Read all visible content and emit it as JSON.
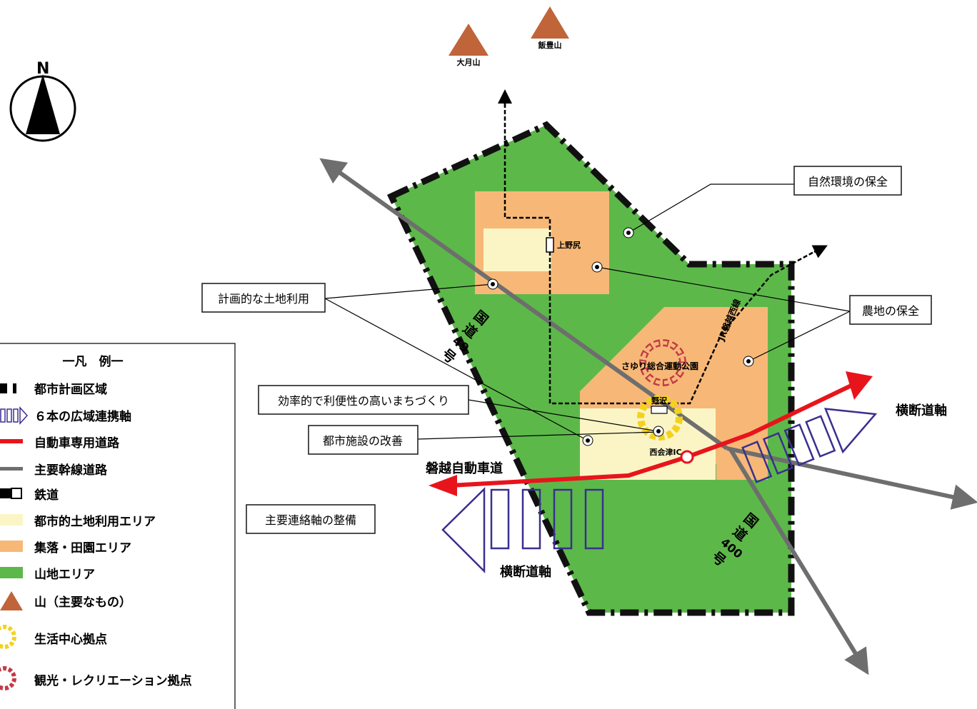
{
  "compass": {
    "north_label": "N"
  },
  "mountains": [
    {
      "name": "大月山"
    },
    {
      "name": "飯豊山"
    }
  ],
  "callouts": {
    "natural_env": "自然環境の保全",
    "planned_land_use": "計画的な土地利用",
    "farmland": "農地の保全",
    "efficient_town": "効率的で利便性の高いまちづくり",
    "urban_facility": "都市施設の改善",
    "main_connection": "主要連絡軸の整備"
  },
  "map_labels": {
    "station_kaminojiri": "上野尻",
    "park": "さゆり総合運動公園",
    "station_nozawa": "野沢",
    "ic": "西会津IC",
    "rail_line": "JR磐越西線",
    "route49": [
      "国",
      "道",
      "49",
      "号"
    ],
    "route400": [
      "国",
      "道",
      "400",
      "号"
    ],
    "expressway": "磐越自動車道",
    "cross_axis_right": "横断道軸",
    "cross_axis_left": "横断道軸"
  },
  "legend": {
    "title": "一凡　例一",
    "items": [
      {
        "key": "boundary",
        "label": "都市計画区域"
      },
      {
        "key": "axis",
        "label": "６本の広域連携軸"
      },
      {
        "key": "expressway",
        "label": "自動車専用道路"
      },
      {
        "key": "trunk",
        "label": "主要幹線道路"
      },
      {
        "key": "rail",
        "label": "鉄道"
      },
      {
        "key": "urban",
        "label": "都市的土地利用エリア"
      },
      {
        "key": "village",
        "label": "集落・田園エリア"
      },
      {
        "key": "mountain_area",
        "label": "山地エリア"
      },
      {
        "key": "mountain",
        "label": "山（主要なもの）"
      },
      {
        "key": "life_center",
        "label": "生活中心拠点"
      },
      {
        "key": "tourism",
        "label": "観光・レクリエーション拠点"
      }
    ]
  },
  "colors": {
    "mountain_area": "#5db84a",
    "village_area": "#f7b877",
    "urban_area": "#fbf5c6",
    "expressway": "#e8141b",
    "trunk_road": "#6e6e6e",
    "axis": "#3a2f8f",
    "mountain": "#c0643a",
    "life_center": "#f4d21c",
    "tourism": "#c23a48"
  }
}
